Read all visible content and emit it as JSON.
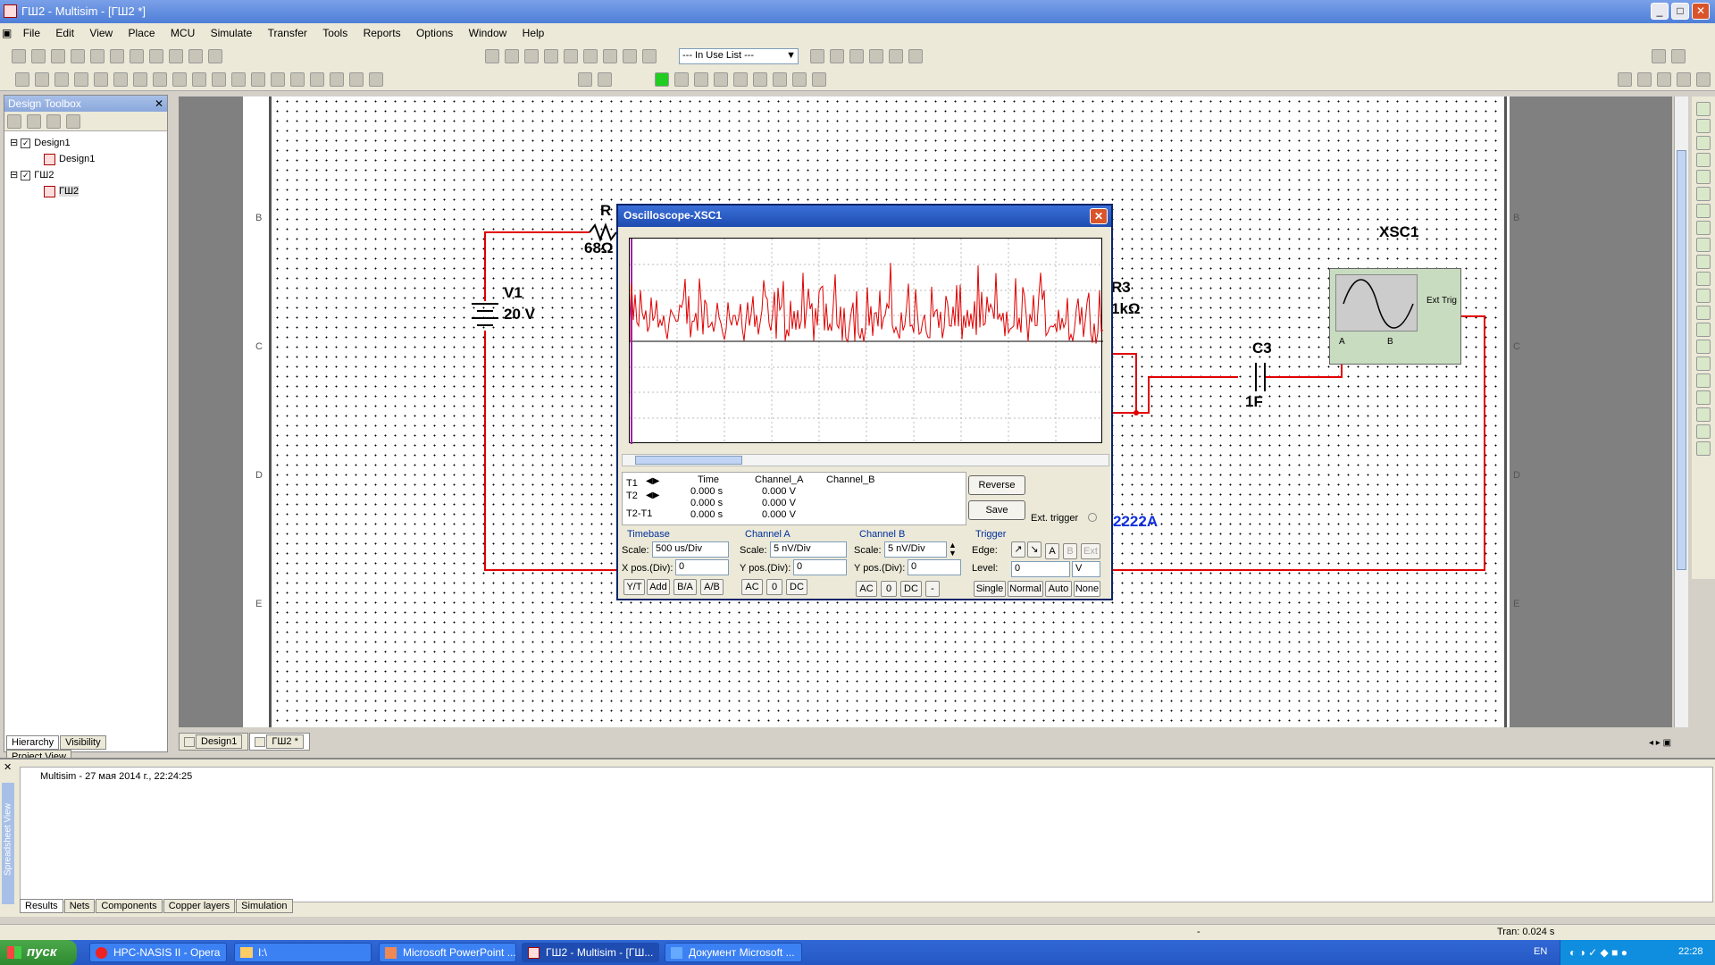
{
  "window": {
    "title": "ГШ2 - Multisim - [ГШ2 *]"
  },
  "menu": [
    "File",
    "Edit",
    "View",
    "Place",
    "MCU",
    "Simulate",
    "Transfer",
    "Tools",
    "Reports",
    "Options",
    "Window",
    "Help"
  ],
  "toolbar": {
    "in_use_list": "--- In Use List ---"
  },
  "toolbox": {
    "title": "Design Toolbox",
    "tree": [
      "Design1",
      "Design1",
      "ГШ2",
      "ГШ2"
    ],
    "tabs": [
      "Hierarchy",
      "Visibility",
      "Project View"
    ]
  },
  "schematic": {
    "row_labels": [
      "B",
      "C",
      "D",
      "E"
    ],
    "components": {
      "r1_ref": "R",
      "r1_val": "68Ω",
      "v1_ref": "V1",
      "v1_val": "20 V",
      "r3_ref": "R3",
      "r3_val": "1kΩ",
      "c3_ref": "C3",
      "c3_val": "1F",
      "xsc_ref": "XSC1",
      "ext_trig": "Ext Trig",
      "ch_a": "A",
      "ch_b": "B",
      "transistor": "2222A"
    },
    "sheet_tabs": [
      "Design1",
      "ГШ2 *"
    ]
  },
  "oscilloscope": {
    "title": "Oscilloscope-XSC1",
    "readout": {
      "headers": [
        "Time",
        "Channel_A",
        "Channel_B"
      ],
      "rows": [
        {
          "label": "T1",
          "time": "0.000 s",
          "a": "0.000 V",
          "b": ""
        },
        {
          "label": "T2",
          "time": "0.000 s",
          "a": "0.000 V",
          "b": ""
        },
        {
          "label": "T2-T1",
          "time": "0.000 s",
          "a": "0.000 V",
          "b": ""
        }
      ]
    },
    "reverse": "Reverse",
    "save": "Save",
    "ext_trigger": "Ext. trigger",
    "timebase": {
      "title": "Timebase",
      "scale_label": "Scale:",
      "scale": "500 us/Div",
      "pos_label": "X pos.(Div):",
      "pos": "0",
      "modes": [
        "Y/T",
        "Add",
        "B/A",
        "A/B"
      ]
    },
    "channel_a": {
      "title": "Channel A",
      "scale_label": "Scale:",
      "scale": "5 nV/Div",
      "pos_label": "Y pos.(Div):",
      "pos": "0",
      "coupling": [
        "AC",
        "0",
        "DC"
      ]
    },
    "channel_b": {
      "title": "Channel B",
      "scale_label": "Scale:",
      "scale": "5 nV/Div",
      "pos_label": "Y pos.(Div):",
      "pos": "0",
      "coupling": [
        "AC",
        "0",
        "DC",
        "-"
      ]
    },
    "trigger": {
      "title": "Trigger",
      "edge_label": "Edge:",
      "level_label": "Level:",
      "level": "0",
      "unit": "V",
      "sources": [
        "A",
        "B",
        "Ext"
      ],
      "modes": [
        "Single",
        "Normal",
        "Auto",
        "None"
      ]
    }
  },
  "spreadsheet": {
    "side_label": "Spreadsheet View",
    "log": "Multisim  -  27 мая 2014 г., 22:24:25",
    "tabs": [
      "Results",
      "Nets",
      "Components",
      "Copper layers",
      "Simulation"
    ]
  },
  "status": {
    "tran": "Tran: 0.024 s",
    "dash": "-"
  },
  "taskbar": {
    "start": "пуск",
    "tasks": [
      "HPC-NASIS II - Opera",
      "I:\\",
      "Microsoft PowerPoint ...",
      "ГШ2 - Multisim - [ГШ...",
      "Документ Microsoft ..."
    ],
    "lang": "EN",
    "clock": "22:28"
  },
  "colors": {
    "wire": "#e00000",
    "trace": "#e00000",
    "transistor": "#1030e0"
  }
}
